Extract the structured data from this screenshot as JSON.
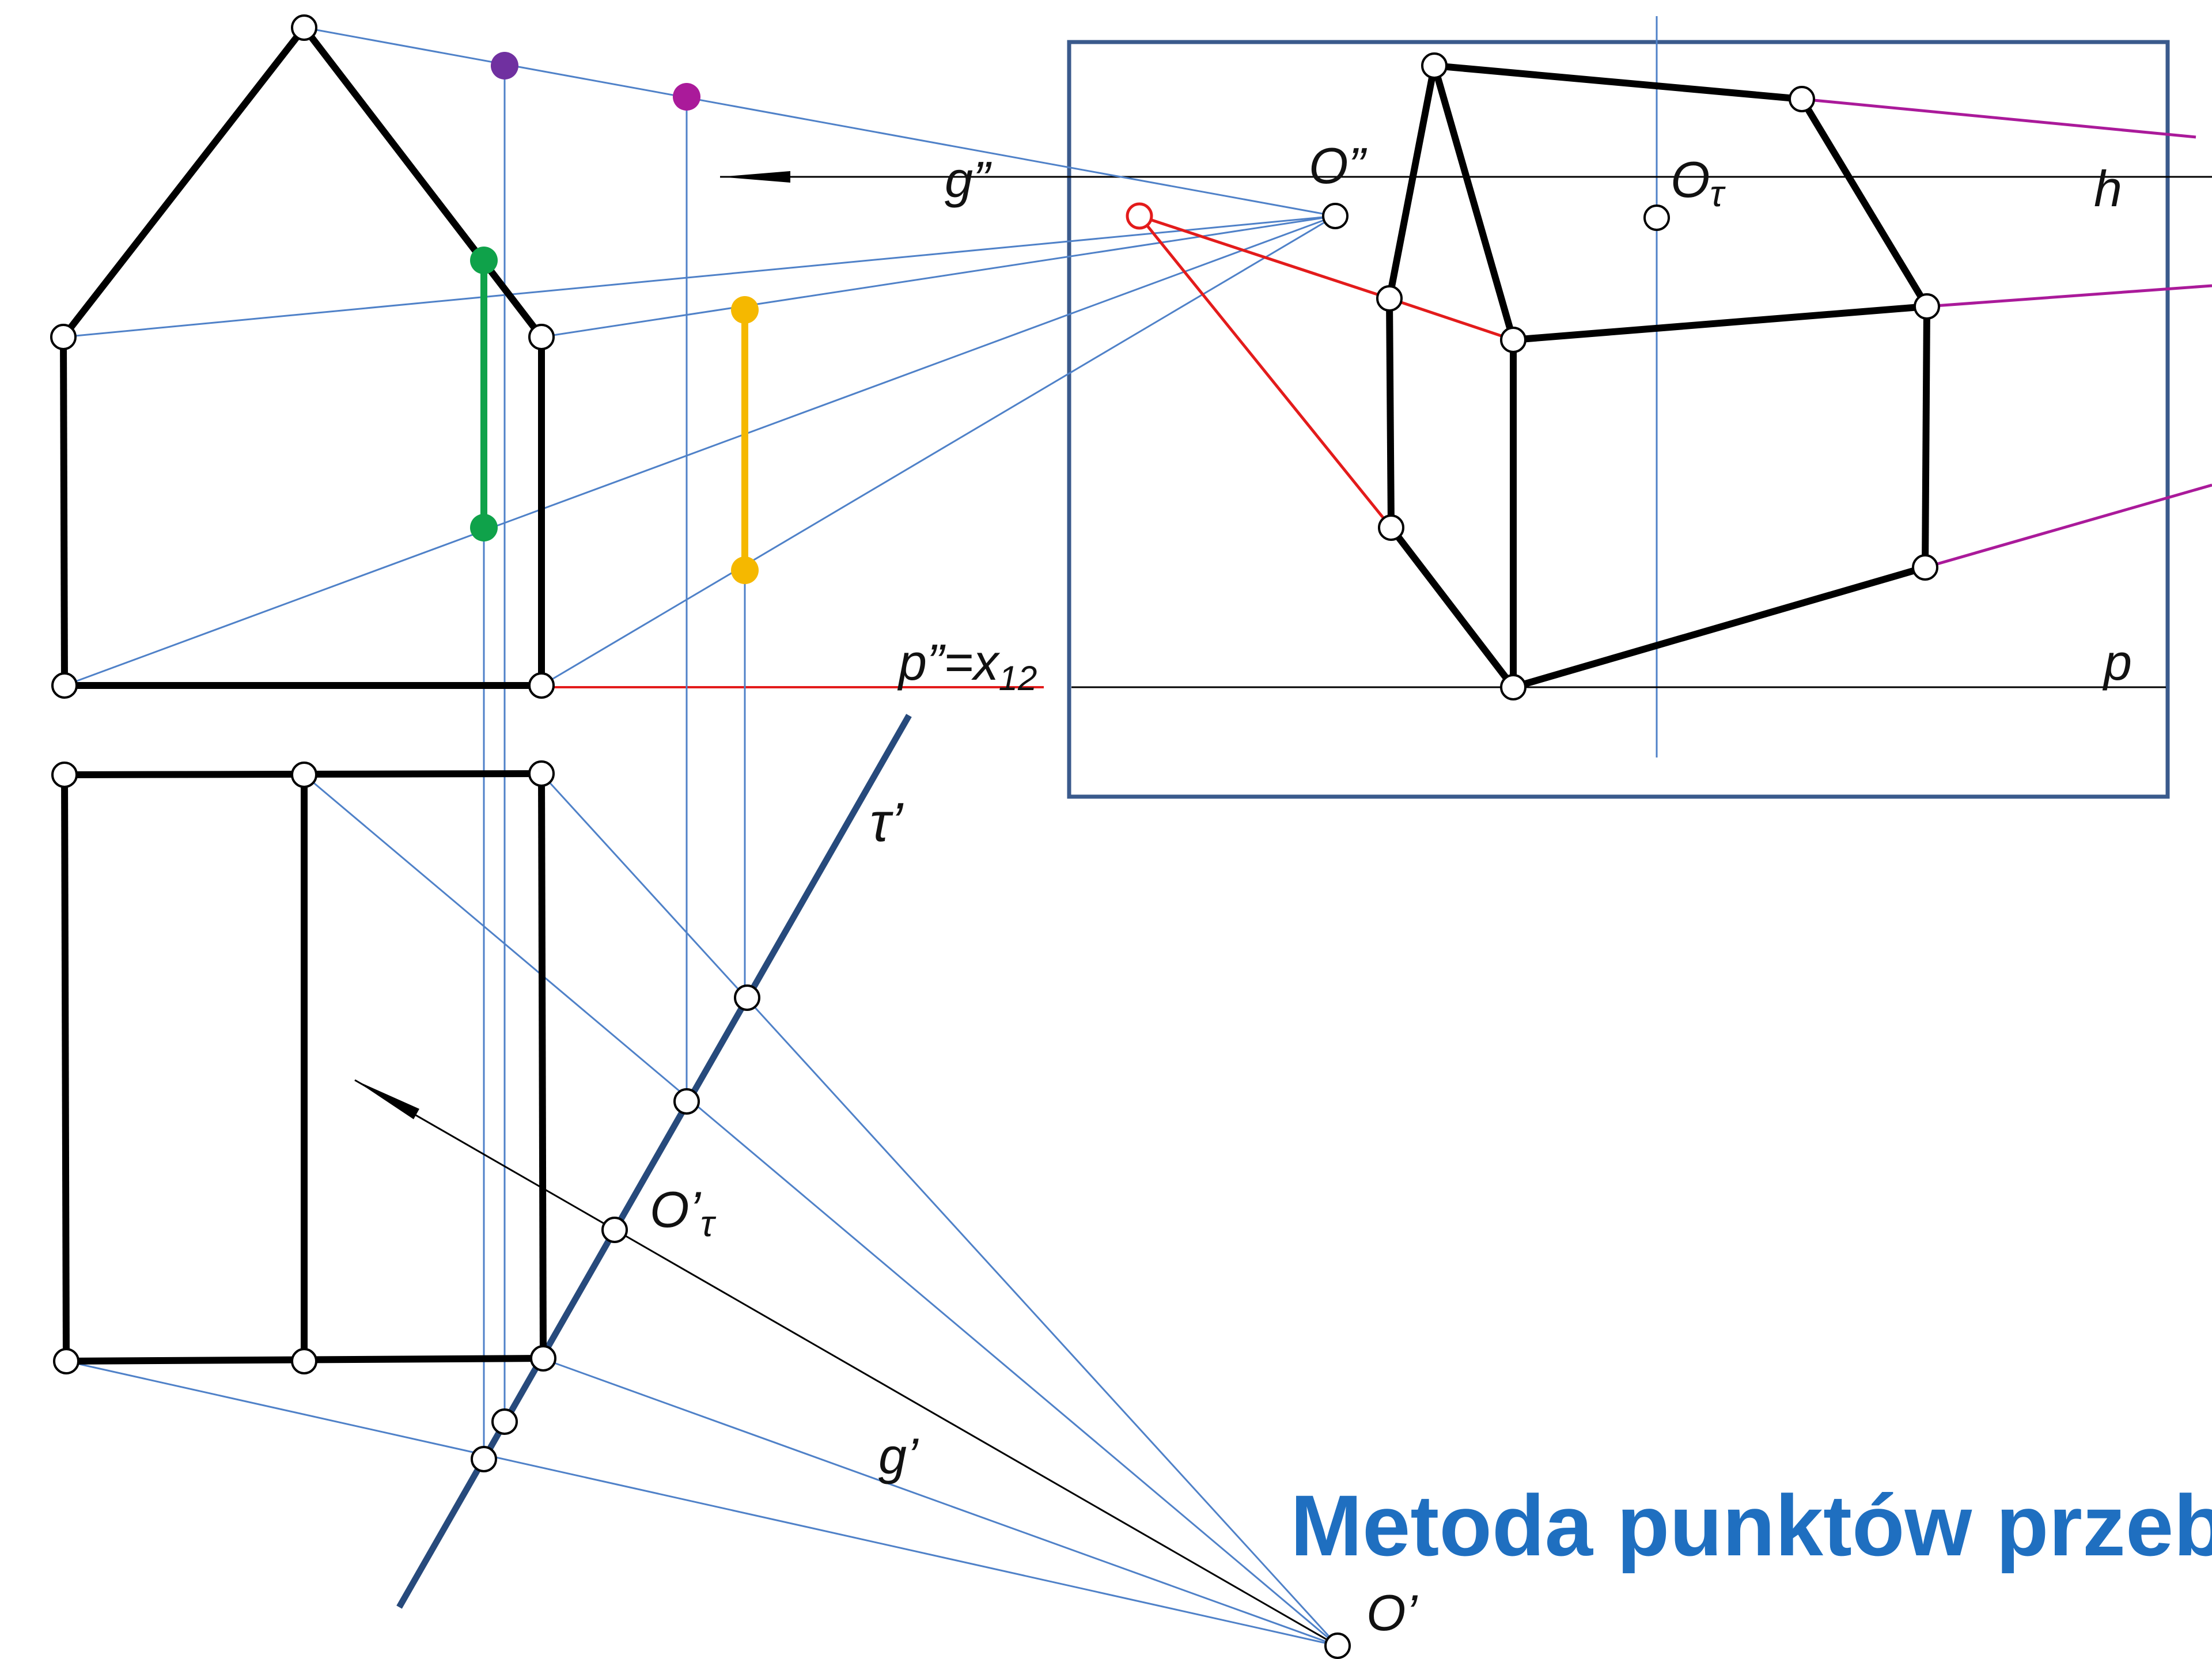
{
  "title": "Metoda punktów przebicia",
  "labels": {
    "g2": "g”",
    "o2": "O”",
    "otau": "O",
    "otau_sub": "τ",
    "h": "h",
    "p2": "p”=x",
    "p2_sub": "12",
    "p": "p",
    "tau1": "τ’",
    "o1tau": "O’",
    "o1tau_sub": "τ",
    "g1": "g’",
    "o1": "O’"
  },
  "colors": {
    "outline": "#000000",
    "projection": "#4f81c8",
    "red": "#e31b1b",
    "magenta": "#aa1a9a",
    "green": "#0fa24a",
    "yellow": "#f5b800",
    "purple": "#7030a0",
    "frame": "#3a5a8c",
    "trace": "#274a7c",
    "title": "#1f6fc0"
  }
}
